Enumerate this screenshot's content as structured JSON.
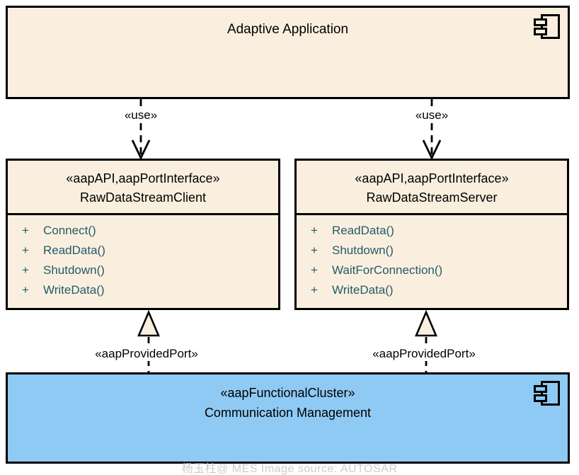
{
  "diagram": {
    "top_component": {
      "title": "Adaptive Application"
    },
    "dependencies": {
      "use_label": "«use»"
    },
    "interfaces": [
      {
        "stereotype": "«aapAPI,aapPortInterface»",
        "name": "RawDataStreamClient",
        "methods": [
          {
            "visibility": "+",
            "name": "Connect()"
          },
          {
            "visibility": "+",
            "name": "ReadData()"
          },
          {
            "visibility": "+",
            "name": "Shutdown()"
          },
          {
            "visibility": "+",
            "name": "WriteData()"
          }
        ]
      },
      {
        "stereotype": "«aapAPI,aapPortInterface»",
        "name": "RawDataStreamServer",
        "methods": [
          {
            "visibility": "+",
            "name": "ReadData()"
          },
          {
            "visibility": "+",
            "name": "Shutdown()"
          },
          {
            "visibility": "+",
            "name": "WaitForConnection()"
          },
          {
            "visibility": "+",
            "name": "WriteData()"
          }
        ]
      }
    ],
    "realizations": {
      "provided_port_label": "«aapProvidedPort»"
    },
    "bottom_component": {
      "stereotype": "«aapFunctionalCluster»",
      "name": "Communication Management"
    },
    "watermark": "杨玉柱@ MES Image source: AUTOSAR",
    "colors": {
      "component_fill": "#FAEFDF",
      "cluster_fill": "#8FCAF4",
      "border": "#000000",
      "method_text": "#235C66",
      "watermark_text": "#CCCCCC"
    }
  }
}
